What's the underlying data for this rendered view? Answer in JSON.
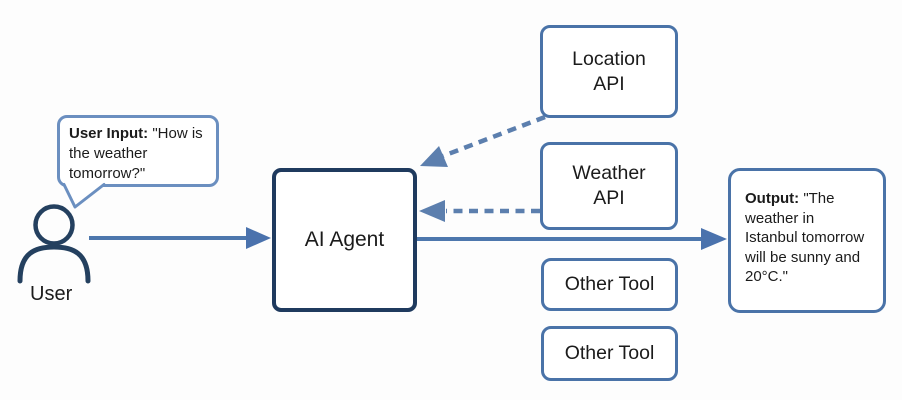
{
  "user": {
    "label": "User",
    "icon": "person-outline-icon"
  },
  "speech_bubble": {
    "label": "User Input:",
    "quote": "\"How is the weather tomorrow?\""
  },
  "agent": {
    "label": "AI Agent"
  },
  "tools": [
    {
      "label": "Location API"
    },
    {
      "label": "Weather API"
    },
    {
      "label": "Other Tool"
    },
    {
      "label": "Other Tool"
    }
  ],
  "output": {
    "label": "Output:",
    "quote": "\"The weather in Istanbul tomorrow will be sunny and 20°C.\""
  },
  "connections": [
    {
      "from": "user",
      "to": "ai-agent",
      "style": "solid"
    },
    {
      "from": "location-api",
      "to": "ai-agent",
      "style": "dashed"
    },
    {
      "from": "weather-api",
      "to": "ai-agent",
      "style": "dashed"
    },
    {
      "from": "ai-agent",
      "to": "output",
      "style": "solid"
    }
  ],
  "colors": {
    "dark_navy": "#1f3a5e",
    "box_border_blue": "#4a73a8",
    "bubble_border_blue": "#6b8fc0",
    "arrow_blue": "#4d77ad",
    "dashed_arrow_blue": "#5c7fae",
    "text": "#1b1b1b",
    "background": "#fdfdfd"
  }
}
